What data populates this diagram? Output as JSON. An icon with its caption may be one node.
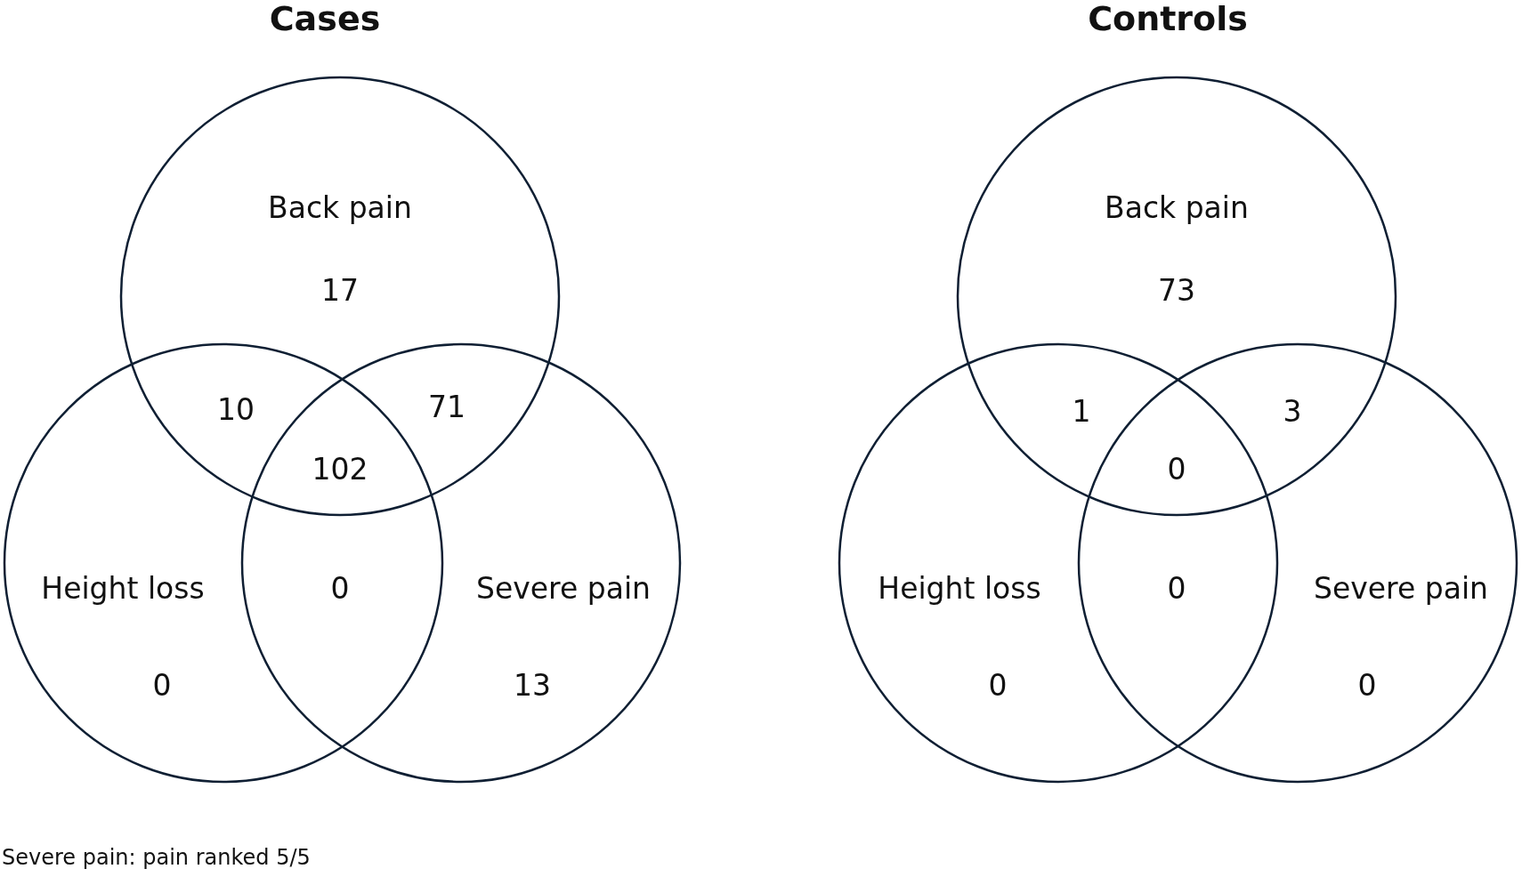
{
  "diagram": {
    "caption": "Severe pain: pain ranked 5/5",
    "nodes": [
      {
        "text": [
          "Back pain",
          "17"
        ]
      },
      {
        "text": [
          "Height loss",
          "0"
        ]
      },
      {
        "text": [
          "Severe pain",
          "13"
        ]
      },
      {
        "text": [
          "Back pain",
          "73"
        ]
      },
      {
        "text": [
          "Height loss",
          "0"
        ]
      },
      {
        "text": [
          "Severe pain",
          "0"
        ]
      }
    ],
    "labels": [
      "Cases",
      "10",
      "71",
      "102",
      "0",
      "Controls",
      "1",
      "3",
      "0",
      "0"
    ]
  }
}
